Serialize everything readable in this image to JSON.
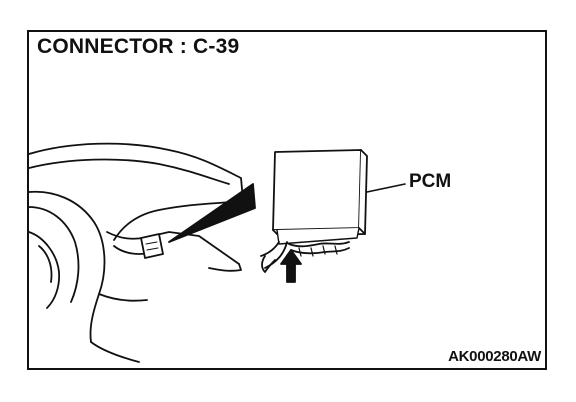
{
  "diagram": {
    "title": "CONNECTOR : C-39",
    "component_label": "PCM",
    "figure_code": "AK000280AW",
    "colors": {
      "line": "#111111",
      "background": "#ffffff"
    }
  }
}
